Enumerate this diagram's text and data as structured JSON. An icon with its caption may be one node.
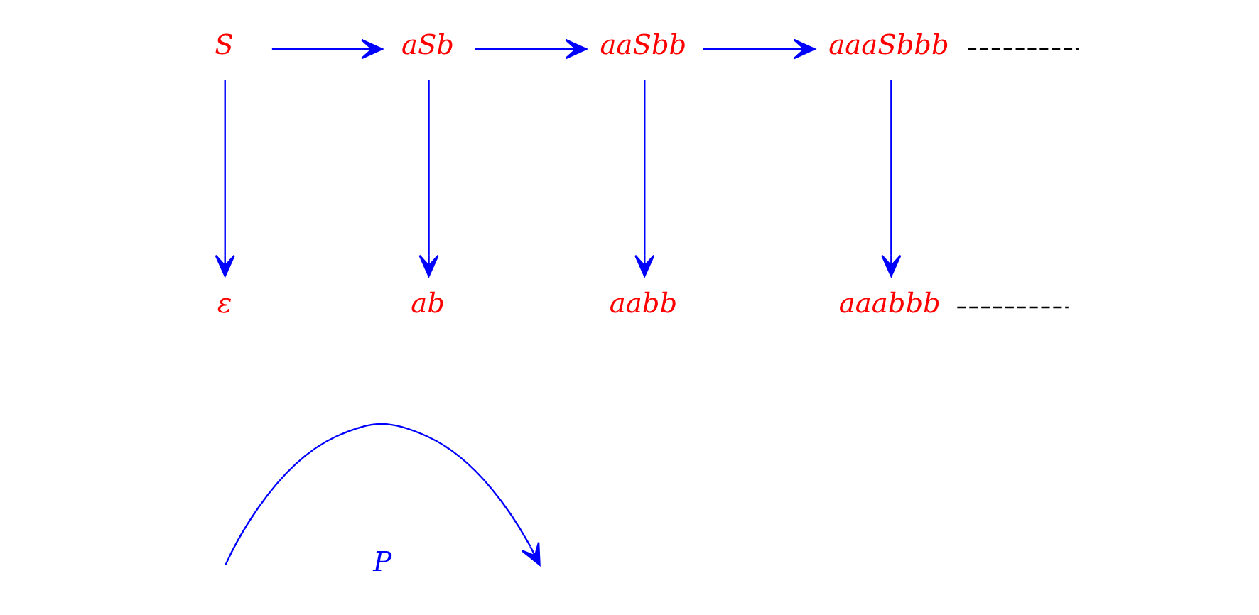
{
  "diagram": {
    "nodes": [
      {
        "text": [
          "S"
        ]
      },
      {
        "text": [
          "aSb"
        ]
      },
      {
        "text": [
          "aaSbb"
        ]
      },
      {
        "text": [
          "aaaSbbb"
        ]
      },
      {
        "text": [
          "ε"
        ]
      },
      {
        "text": [
          "ab"
        ]
      },
      {
        "text": [
          "aabb"
        ]
      },
      {
        "text": [
          "aaabbb"
        ]
      }
    ],
    "edges": [
      {
        "from": 0,
        "to": 1,
        "arrow": "to"
      },
      {
        "from": 1,
        "to": 2,
        "arrow": "to"
      },
      {
        "from": 2,
        "to": 3,
        "arrow": "to"
      },
      {
        "from": 3,
        "to": null,
        "arrow": "none",
        "style": "dashed",
        "color": "#000000"
      },
      {
        "from": 0,
        "to": 4,
        "arrow": "to"
      },
      {
        "from": 1,
        "to": 5,
        "arrow": "to"
      },
      {
        "from": 2,
        "to": 6,
        "arrow": "to"
      },
      {
        "from": 3,
        "to": 7,
        "arrow": "to"
      },
      {
        "from": 7,
        "to": null,
        "arrow": "none",
        "style": "dashed",
        "color": "#000000"
      }
    ],
    "legend": [
      {
        "text": "P"
      }
    ]
  }
}
